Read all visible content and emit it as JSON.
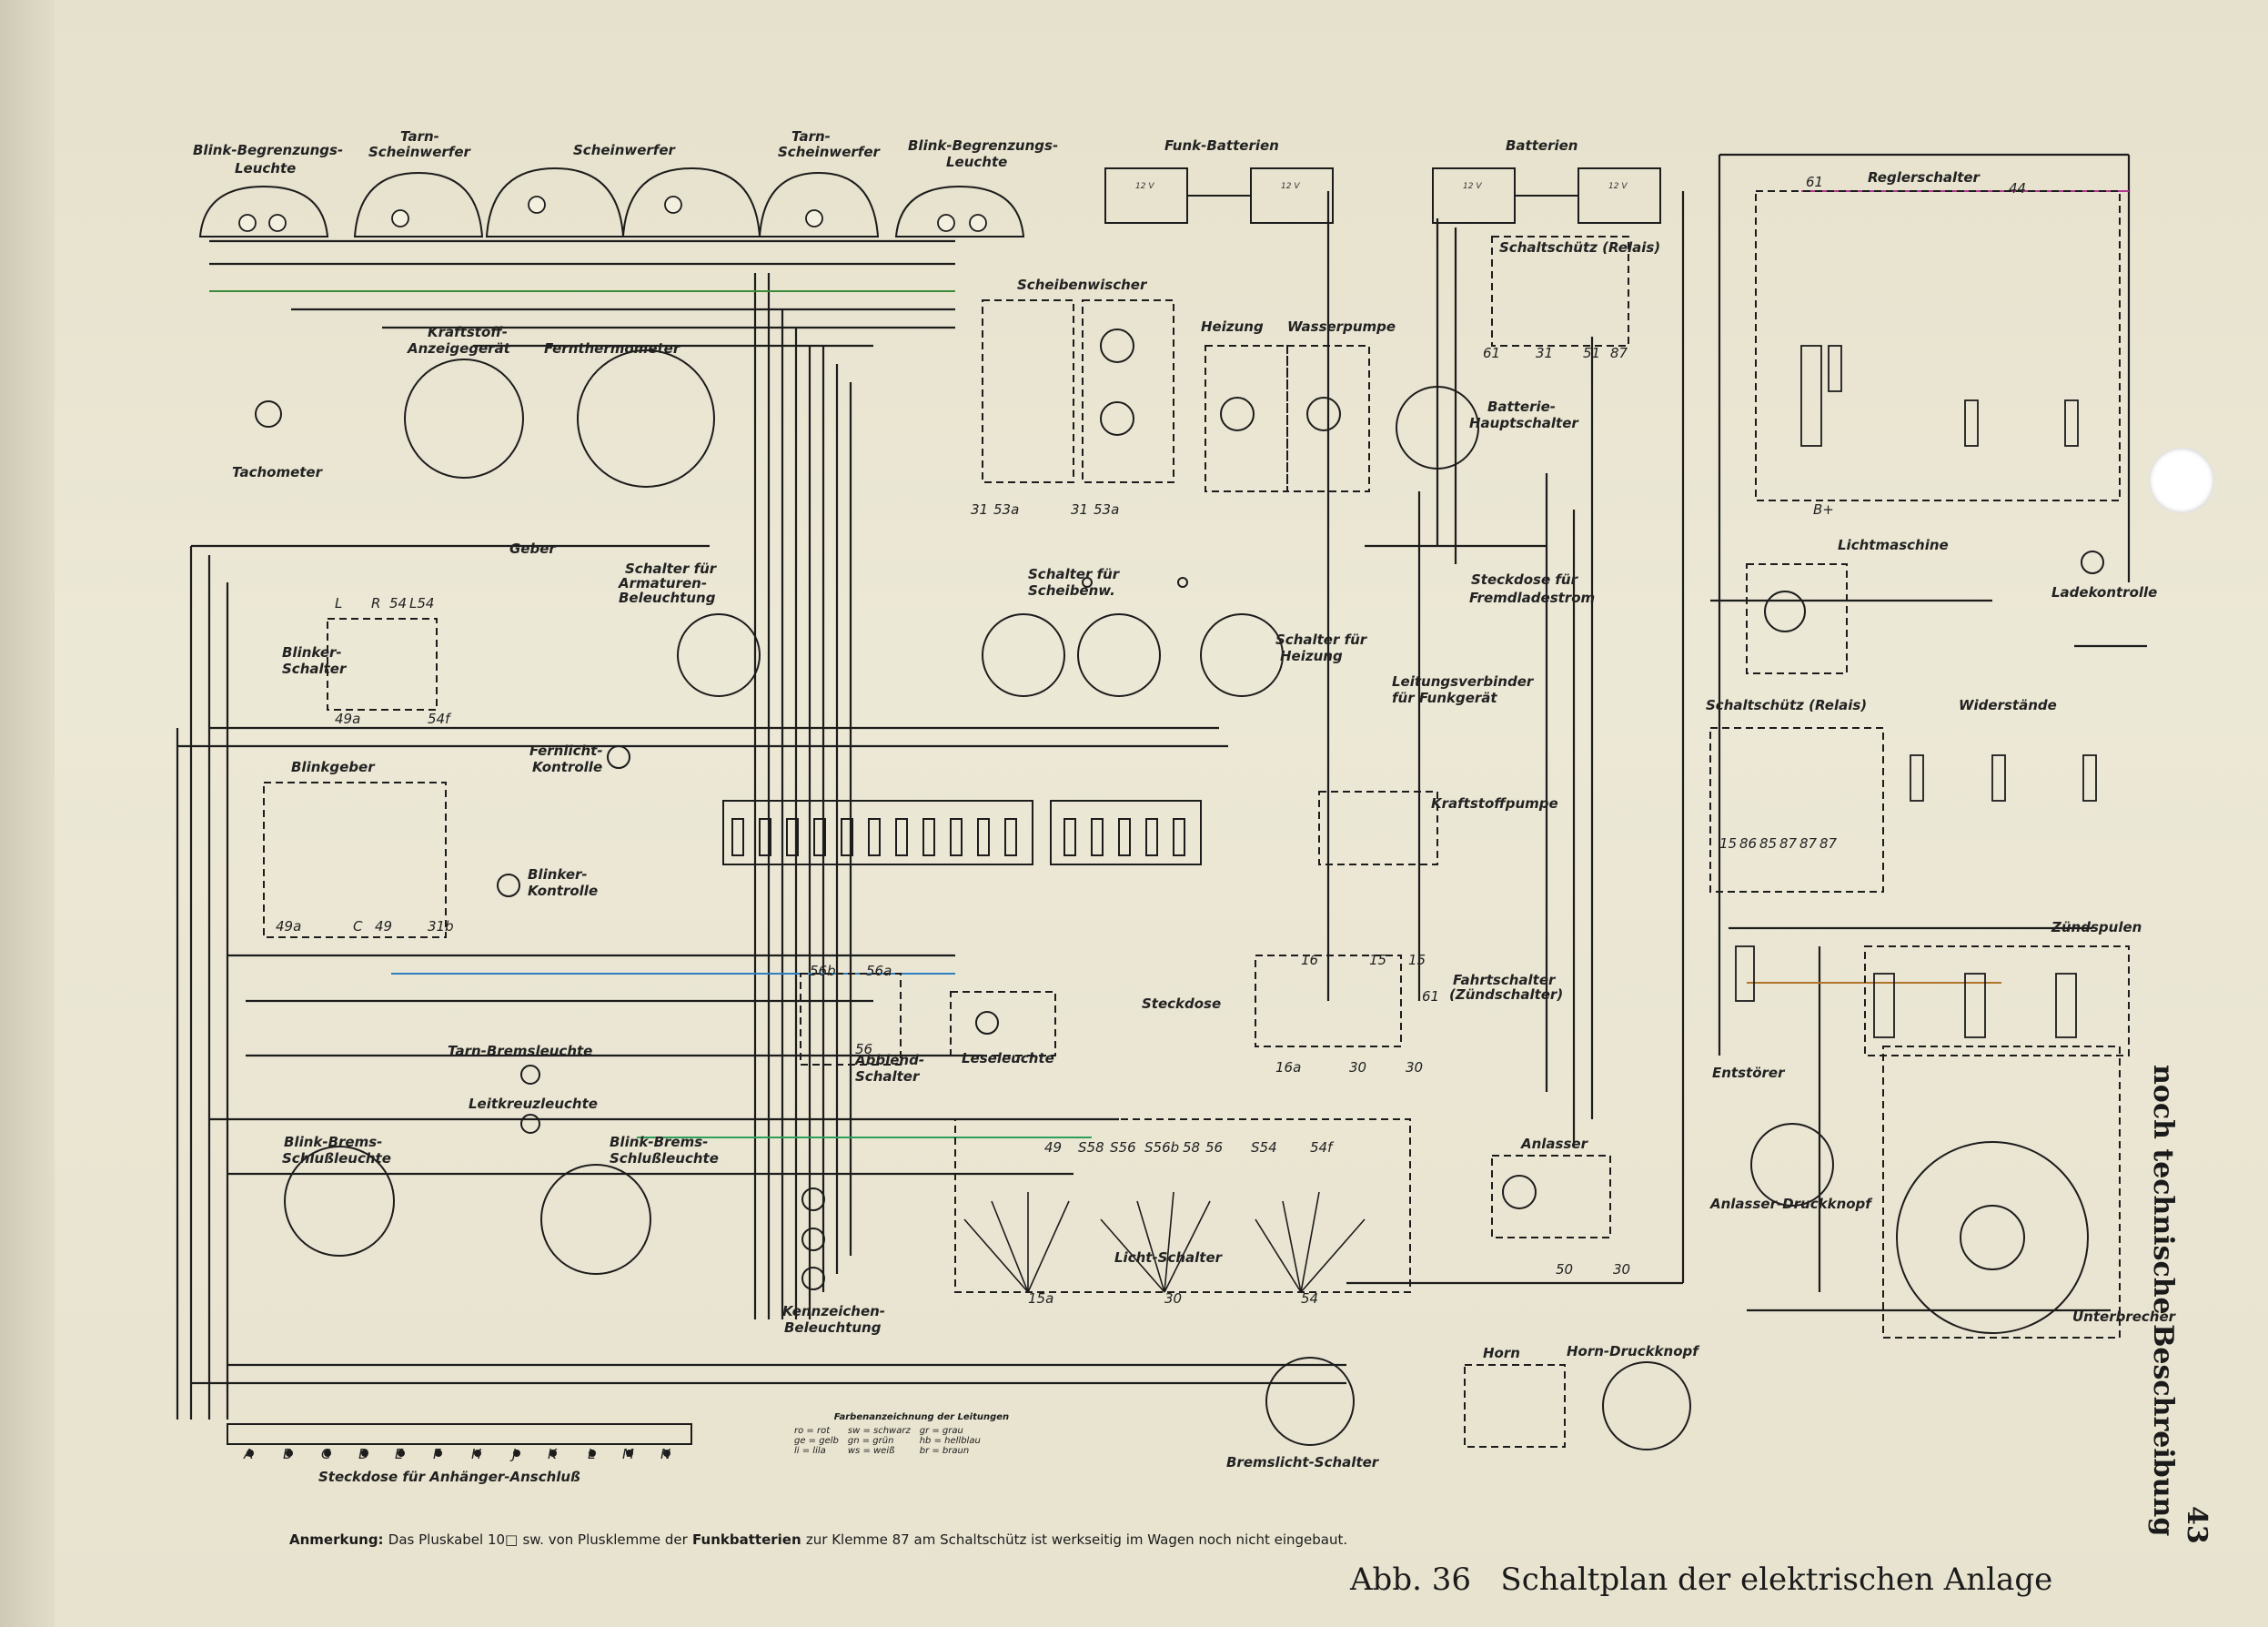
{
  "labels": {
    "blink_begrenzung_l": "Blink-Begrenzungs-",
    "leuchte_l": "Leuchte",
    "tarn_scheinwerfer_l_1": "Tarn-",
    "tarn_scheinwerfer_l_2": "Scheinwerfer",
    "scheinwerfer": "Scheinwerfer",
    "tarn_scheinwerfer_r_1": "Tarn-",
    "tarn_scheinwerfer_r_2": "Scheinwerfer",
    "blink_begrenzung_r": "Blink-Begrenzungs-",
    "leuchte_r": "Leuchte",
    "funk_batterien": "Funk-Batterien",
    "batterien": "Batterien",
    "reglerschalter": "Reglerschalter",
    "schaltschuetz_relais_top": "Schaltschütz (Relais)",
    "scheibenwischer": "Scheibenwischer",
    "heizung": "Heizung",
    "wasserpumpe": "Wasserpumpe",
    "kraftstoff_anzeige_1": "Kraftstoff-",
    "kraftstoff_anzeige_2": "Anzeigegerät",
    "fernthermometer": "Fernthermometer",
    "tachometer": "Tachometer",
    "batterie_hauptschalter_1": "Batterie-",
    "batterie_hauptschalter_2": "Hauptschalter",
    "lichtmaschine": "Lichtmaschine",
    "ladekontrolle": "Ladekontrolle",
    "geber": "Geber",
    "schalter_armaturen_1": "Schalter für",
    "schalter_armaturen_2": "Armaturen-",
    "schalter_armaturen_3": "Beleuchtung",
    "schalter_scheibenw_1": "Schalter für",
    "schalter_scheibenw_2": "Scheibenw.",
    "schalter_heizung_1": "Schalter für",
    "schalter_heizung_2": "Heizung",
    "steckdose_fremdlade_1": "Steckdose für",
    "steckdose_fremdlade_2": "Fremdladestrom",
    "leitungsverbinder_1": "Leitungsverbinder",
    "leitungsverbinder_2": "für Funkgerät",
    "blinker_schalter_1": "Blinker-",
    "blinker_schalter_2": "Schalter",
    "fernlicht_kontrolle_1": "Fernlicht-",
    "fernlicht_kontrolle_2": "Kontrolle",
    "blinkgeber": "Blinkgeber",
    "blinker_kontrolle_1": "Blinker-",
    "blinker_kontrolle_2": "Kontrolle",
    "kraftstoffpumpe": "Kraftstoffpumpe",
    "schaltschuetz_relais_mid": "Schaltschütz (Relais)",
    "widerstaende": "Widerstände",
    "zuendspulen": "Zündspulen",
    "steckdose": "Steckdose",
    "fahrtschalter_1": "Fahrtschalter",
    "fahrtschalter_2": "(Zündschalter)",
    "abblend_schalter_1": "Abblend-",
    "abblend_schalter_2": "Schalter",
    "leseleuchte": "Leseleuchte",
    "entstoerer": "Entstörer",
    "anlasser": "Anlasser",
    "anlasser_druckknopf": "Anlasser-Druckknopf",
    "tarn_bremsleuchte": "Tarn-Bremsleuchte",
    "leitkreuzleuchte": "Leitkreuzleuchte",
    "blink_brems_l_1": "Blink-Brems-",
    "blink_brems_l_2": "Schlußleuchte",
    "blink_brems_r_1": "Blink-Brems-",
    "blink_brems_r_2": "Schlußleuchte",
    "kennzeichen_1": "Kennzeichen-",
    "kennzeichen_2": "Beleuchtung",
    "licht_schalter": "Licht-Schalter",
    "unterbrecher": "Unterbrecher",
    "horn": "Horn",
    "horn_druckknopf": "Horn-Druckknopf",
    "bremslicht_schalter": "Bremslicht-Schalter",
    "steckdose_anhaenger": "Steckdose für Anhänger-Anschluß"
  },
  "terminals": {
    "t31": "31",
    "t53a": "53a",
    "t31b": "31",
    "t53ab": "53a",
    "t61a": "61",
    "t31c": "31",
    "t51": "51",
    "t87": "87",
    "t61r": "61",
    "t44": "44",
    "tBplus": "B+",
    "L": "L",
    "R": "R",
    "t54": "54",
    "L54": "L54",
    "t49a": "49a",
    "t54f": "54f",
    "bg49a": "49a",
    "bgC": "C",
    "bg49": "49",
    "bg31b": "31b",
    "t56b": "56b",
    "t56a": "56a",
    "t56": "56",
    "t16": "16",
    "t15": "15",
    "t15b": "15",
    "t61f": "61",
    "t16a": "16a",
    "t30": "30",
    "t30b": "30",
    "rl15": "15",
    "rl86": "86",
    "rl85": "85",
    "rl87a": "87",
    "rl87b": "87",
    "rl87c": "87",
    "t50": "50",
    "t30a": "30",
    "ls49": "49",
    "lsS58": "S58",
    "lsS56": "S56",
    "lsS56b": "S56b",
    "ls58": "58",
    "ls56": "56",
    "lsS54": "S54",
    "ls54f": "54f",
    "ls15a": "15a",
    "ls30": "30",
    "ls54": "54"
  },
  "connector": [
    "A",
    "B",
    "C",
    "D",
    "E",
    "F",
    "H",
    "J",
    "K",
    "L",
    "M",
    "N"
  ],
  "wire_legend": {
    "title": "Farbenanzeichnung der Leitungen",
    "rows": [
      [
        "ro = rot",
        "sw = schwarz",
        "gr = grau"
      ],
      [
        "ge = gelb",
        "gn = grün",
        "hb = hellblau"
      ],
      [
        "li = lila",
        "ws = weiß",
        "br = braun"
      ]
    ]
  },
  "note": {
    "prefix": "Anmerkung:",
    "text1": "Das Pluskabel 10",
    "text2": "sw. von Plusklemme der",
    "bold1": "Funkbatterien",
    "text3": "zur Klemme 87 am Schaltschütz ist werkseitig im Wagen noch nicht eingebaut."
  },
  "caption": {
    "fig": "Abb. 36",
    "title": "Schaltplan der elektrischen Anlage"
  },
  "side_title": "noch technische Beschreibung",
  "page_number": "43",
  "battery_label": "12 V"
}
